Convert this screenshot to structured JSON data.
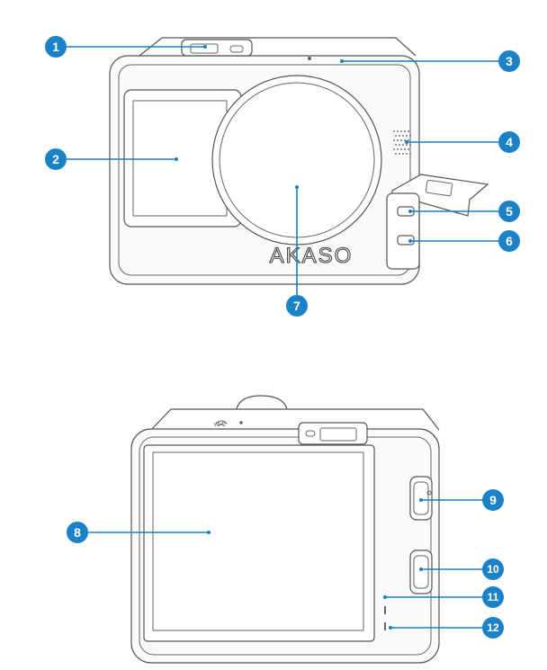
{
  "callouts": [
    {
      "n": "1"
    },
    {
      "n": "2"
    },
    {
      "n": "3"
    },
    {
      "n": "4"
    },
    {
      "n": "5"
    },
    {
      "n": "6"
    },
    {
      "n": "7"
    },
    {
      "n": "8"
    },
    {
      "n": "9"
    },
    {
      "n": "10"
    },
    {
      "n": "11"
    },
    {
      "n": "12"
    }
  ],
  "front_camera": {
    "logo": "AKASO"
  },
  "back_camera": {
    "wifi_label": "Wi-Fi"
  },
  "colors": {
    "accent": "#1c82c8",
    "outline": "#555555",
    "background": "#ffffff"
  }
}
